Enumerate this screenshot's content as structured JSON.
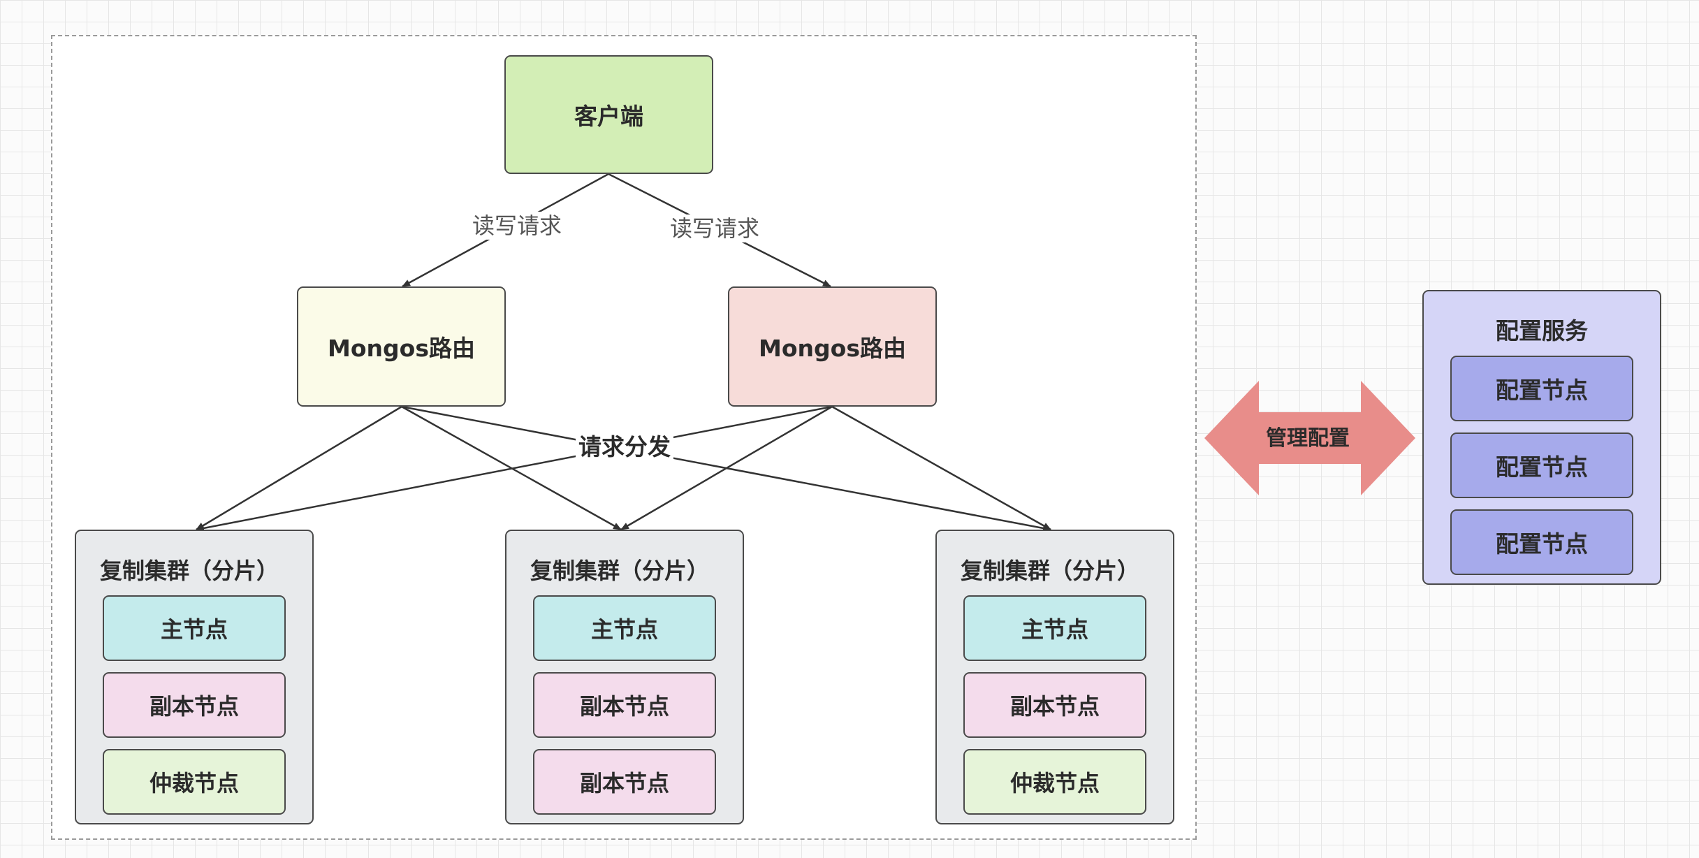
{
  "client": {
    "label": "客户端"
  },
  "edges": {
    "rw_left": "读写请求",
    "rw_right": "读写请求",
    "dispatch": "请求分发"
  },
  "routers": [
    {
      "label": "Mongos路由"
    },
    {
      "label": "Mongos路由"
    }
  ],
  "clusters": [
    {
      "title": "复制集群（分片）",
      "nodes": [
        "主节点",
        "副本节点",
        "仲裁节点"
      ]
    },
    {
      "title": "复制集群（分片）",
      "nodes": [
        "主节点",
        "副本节点",
        "副本节点"
      ]
    },
    {
      "title": "复制集群（分片）",
      "nodes": [
        "主节点",
        "副本节点",
        "仲裁节点"
      ]
    }
  ],
  "manage": {
    "label": "管理配置"
  },
  "config_service": {
    "title": "配置服务",
    "nodes": [
      "配置节点",
      "配置节点",
      "配置节点"
    ]
  },
  "colors": {
    "client": "#d3eeb6",
    "router_left": "#fbfbe8",
    "router_right": "#f7dcd9",
    "cluster": "#e8eaec",
    "primary": "#c4ebec",
    "replica": "#f4dcec",
    "arbiter": "#e6f4d9",
    "config": "#d5d5f7",
    "config_node": "#a6aaeb",
    "manage_arrow": "#e88d8a"
  }
}
